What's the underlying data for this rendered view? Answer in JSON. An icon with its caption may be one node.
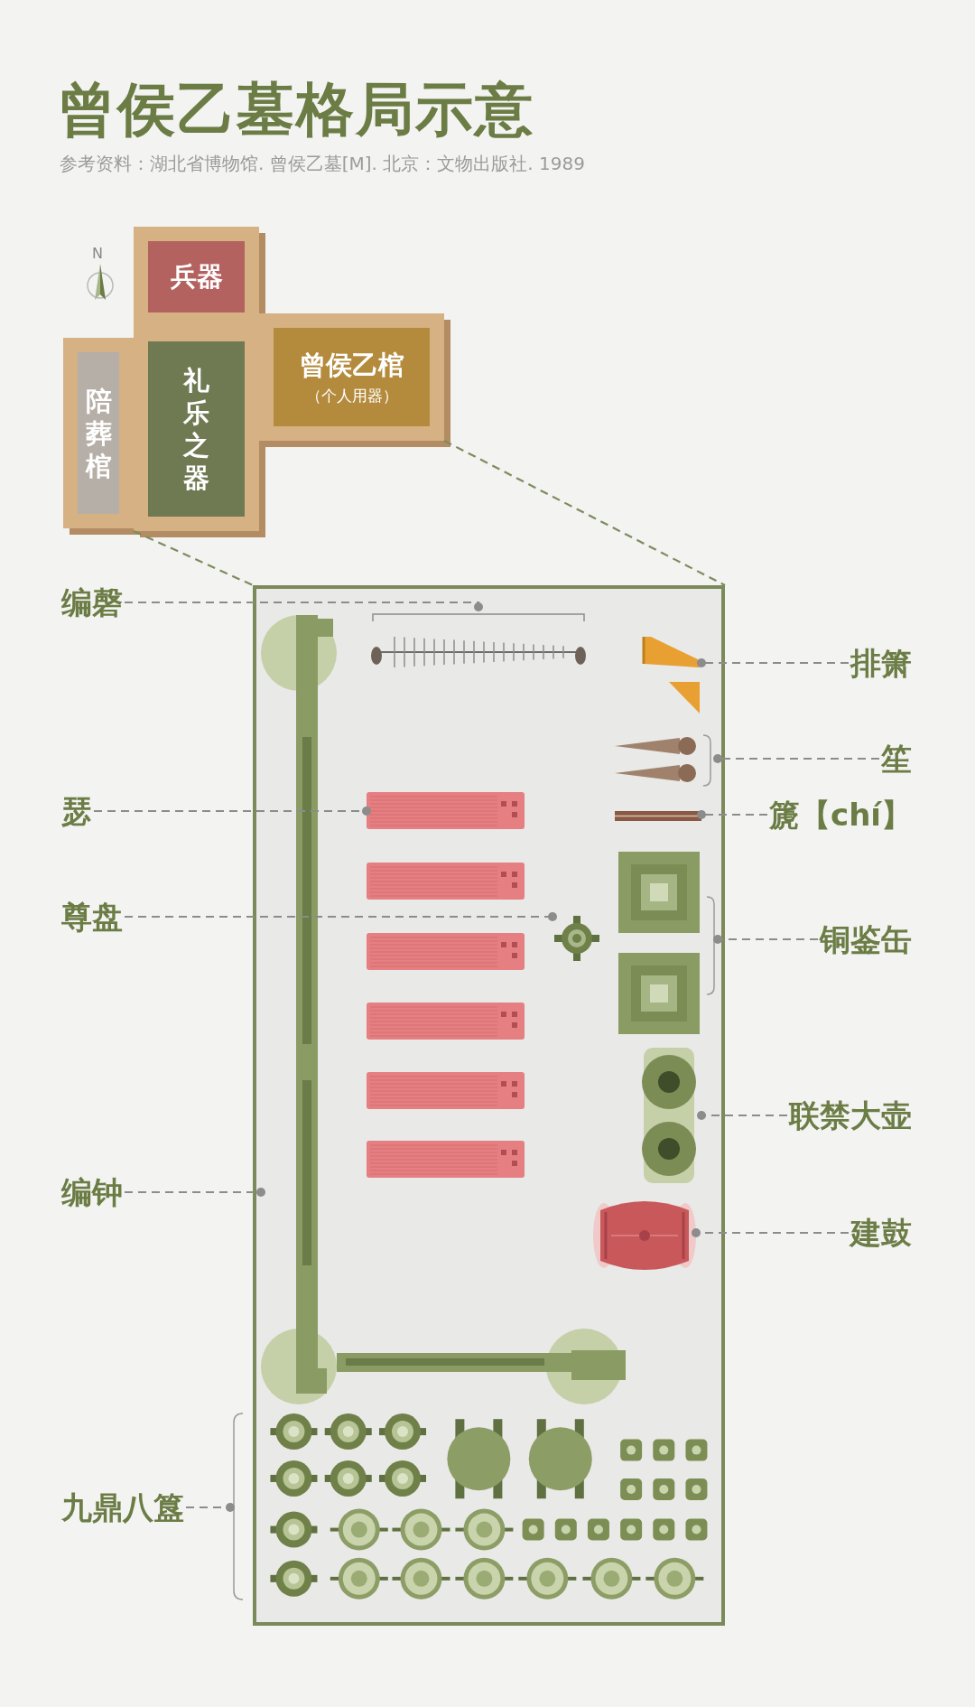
{
  "diagram": {
    "title": "曾侯乙墓格局示意",
    "nodes": [
      {
        "text": [
          "兵器"
        ]
      },
      {
        "text": [
          "陪葬棺"
        ]
      },
      {
        "text": [
          "礼乐之器"
        ]
      },
      {
        "text": [
          "曾侯乙棺",
          "（个人用器）"
        ]
      },
      {
        "text": [],
        "shape": "box"
      },
      {
        "text": [
          "编磬"
        ]
      },
      {
        "text": [],
        "shape": "picture",
        "in": 4
      },
      {
        "text": [
          "排箫"
        ]
      },
      {
        "text": [],
        "shape": "picture",
        "in": 4
      },
      {
        "text": [
          "笙"
        ]
      },
      {
        "text": [],
        "shape": "picture",
        "in": 4
      },
      {
        "text": [
          "篪【chí】"
        ]
      },
      {
        "text": [],
        "shape": "picture",
        "in": 4
      },
      {
        "text": [
          "瑟"
        ]
      },
      {
        "text": [],
        "shape": "picture",
        "in": 4
      },
      {
        "text": [
          "尊盘"
        ]
      },
      {
        "text": [],
        "shape": "picture",
        "in": 4
      },
      {
        "text": [
          "铜鉴缶"
        ]
      },
      {
        "text": [],
        "shape": "picture",
        "in": 4
      },
      {
        "text": [
          "联禁大壶"
        ]
      },
      {
        "text": [],
        "shape": "picture",
        "in": 4
      },
      {
        "text": [
          "建鼓"
        ]
      },
      {
        "text": [],
        "shape": "picture",
        "in": 4
      },
      {
        "text": [
          "编钟"
        ]
      },
      {
        "text": [],
        "shape": "picture",
        "in": 4
      },
      {
        "text": [
          "九鼎八簋"
        ]
      },
      {
        "text": [],
        "shape": "picture",
        "in": 4
      }
    ],
    "edges": [
      {
        "from": 2,
        "to": 4,
        "arrow": "none",
        "style": "dashed",
        "color": "#7d8c5e"
      },
      {
        "from": 3,
        "to": 4,
        "arrow": "none",
        "style": "dashed",
        "color": "#7d8c5e"
      },
      {
        "from": 5,
        "to": 6,
        "arrow": "other",
        "style": "dashed"
      },
      {
        "from": 7,
        "to": 8,
        "arrow": "other",
        "style": "dashed"
      },
      {
        "from": 9,
        "to": 10,
        "arrow": "other",
        "style": "dashed"
      },
      {
        "from": 11,
        "to": 12,
        "arrow": "other",
        "style": "dashed"
      },
      {
        "from": 13,
        "to": 14,
        "arrow": "other",
        "style": "dashed"
      },
      {
        "from": 15,
        "to": 16,
        "arrow": "other",
        "style": "dashed"
      },
      {
        "from": 17,
        "to": 18,
        "arrow": "other",
        "style": "dashed"
      },
      {
        "from": 19,
        "to": 20,
        "arrow": "other",
        "style": "dashed"
      },
      {
        "from": 21,
        "to": 22,
        "arrow": "other",
        "style": "dashed"
      },
      {
        "from": 23,
        "to": 24,
        "arrow": "other",
        "style": "dashed"
      },
      {
        "from": 25,
        "to": 26,
        "arrow": "other",
        "style": "dashed"
      }
    ],
    "labels": [
      "参考资料：湖北省博物馆. 曾侯乙墓[M]. 北京：文物出版社. 1989",
      "N"
    ]
  }
}
